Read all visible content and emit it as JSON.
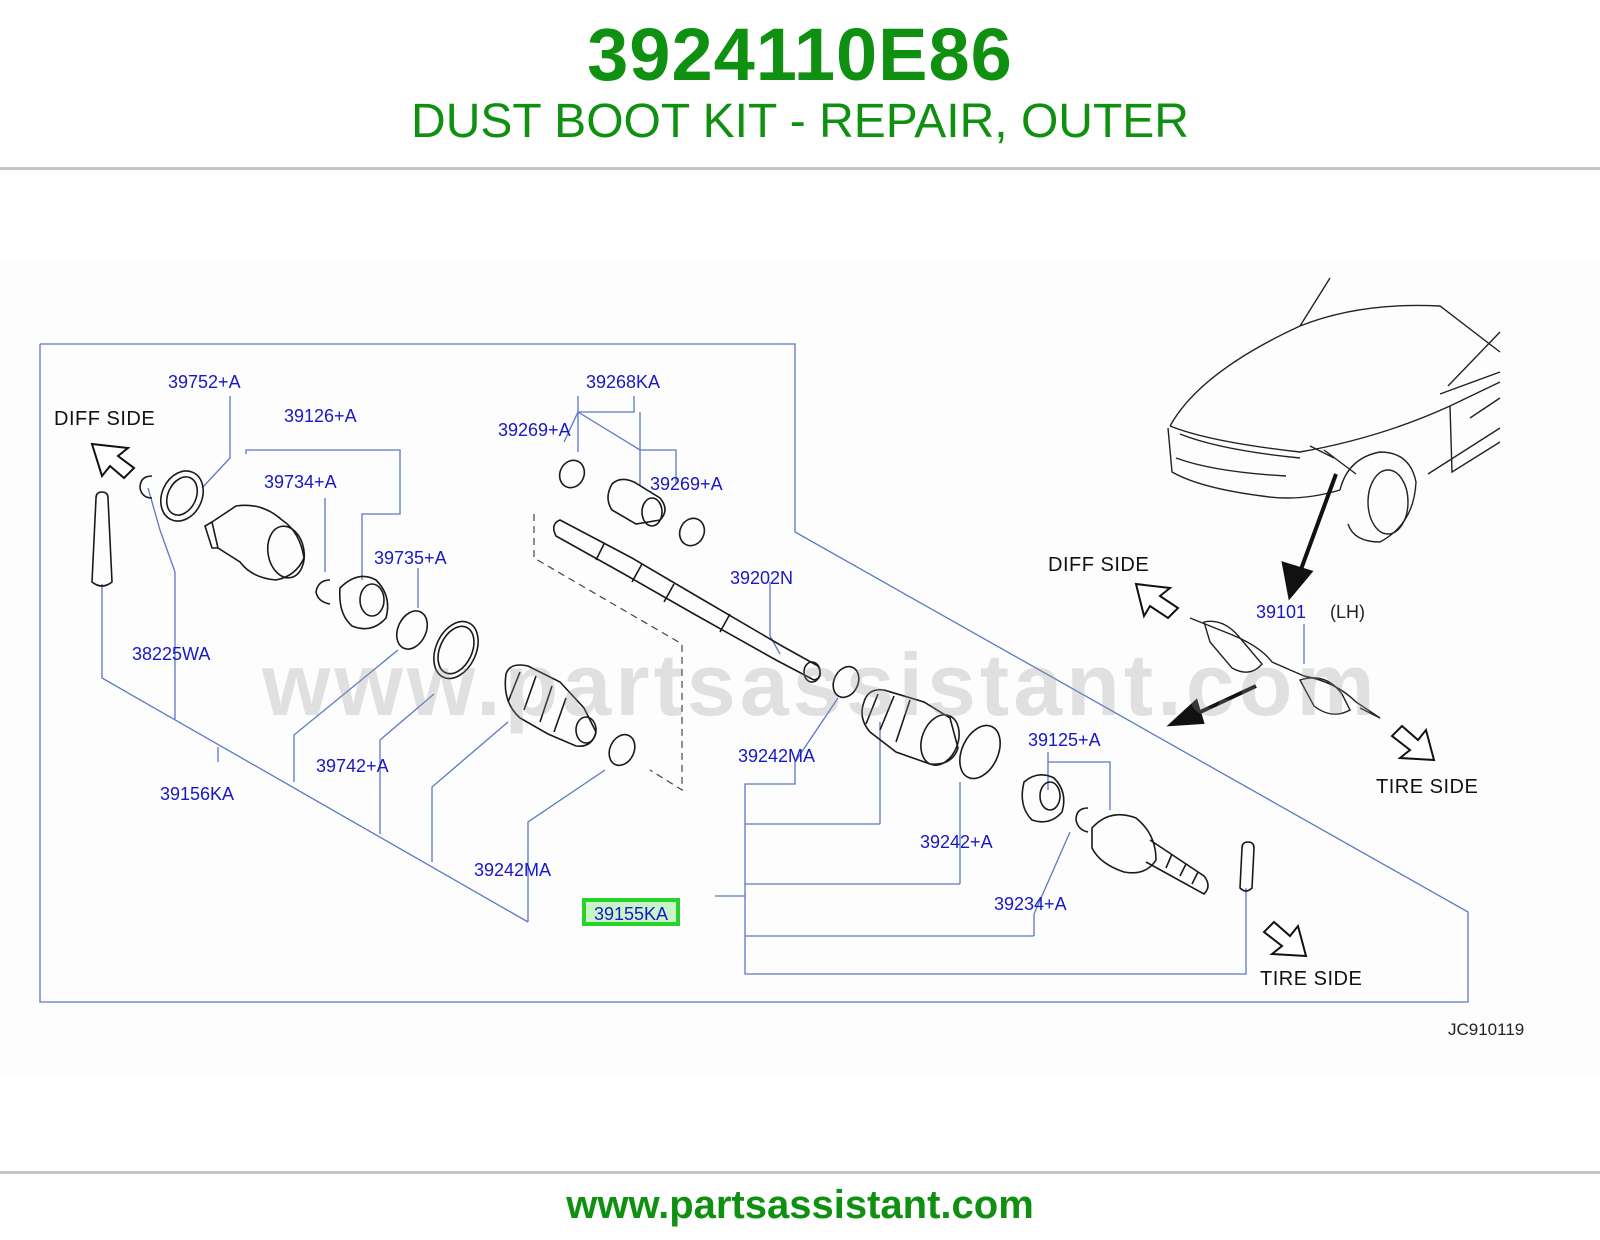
{
  "header": {
    "part_number": "3924110E86",
    "description": "DUST BOOT KIT - REPAIR, OUTER"
  },
  "diagram": {
    "watermark": "www.partsassistant.com",
    "ref_code": "JC910119",
    "highlighted_part": "39155KA",
    "sides": {
      "diff_left": "DIFF  SIDE",
      "diff_right": "DIFF  SIDE",
      "tire_right": "TIRE  SIDE",
      "tire_bottom": "TIRE  SIDE"
    },
    "labels": {
      "p39752": "39752+A",
      "p39126": "39126+A",
      "p39734": "39734+A",
      "p39735": "39735+A",
      "p38225": "38225WA",
      "p39742": "39742+A",
      "p39156": "39156KA",
      "p39242ma_left": "39242MA",
      "p39268": "39268KA",
      "p39269_a": "39269+A",
      "p39269_b": "39269+A",
      "p39202": "39202N",
      "p39242ma_right": "39242MA",
      "p39125": "39125+A",
      "p39242a": "39242+A",
      "p39234": "39234+A",
      "p39101": "39101",
      "lh": "(LH)"
    }
  },
  "colors": {
    "brand_green": "#109010",
    "label_blue": "#1818c8",
    "highlight_green": "#2ad12a",
    "leader_line": "#5a78c8"
  },
  "footer": {
    "url": "www.partsassistant.com"
  }
}
